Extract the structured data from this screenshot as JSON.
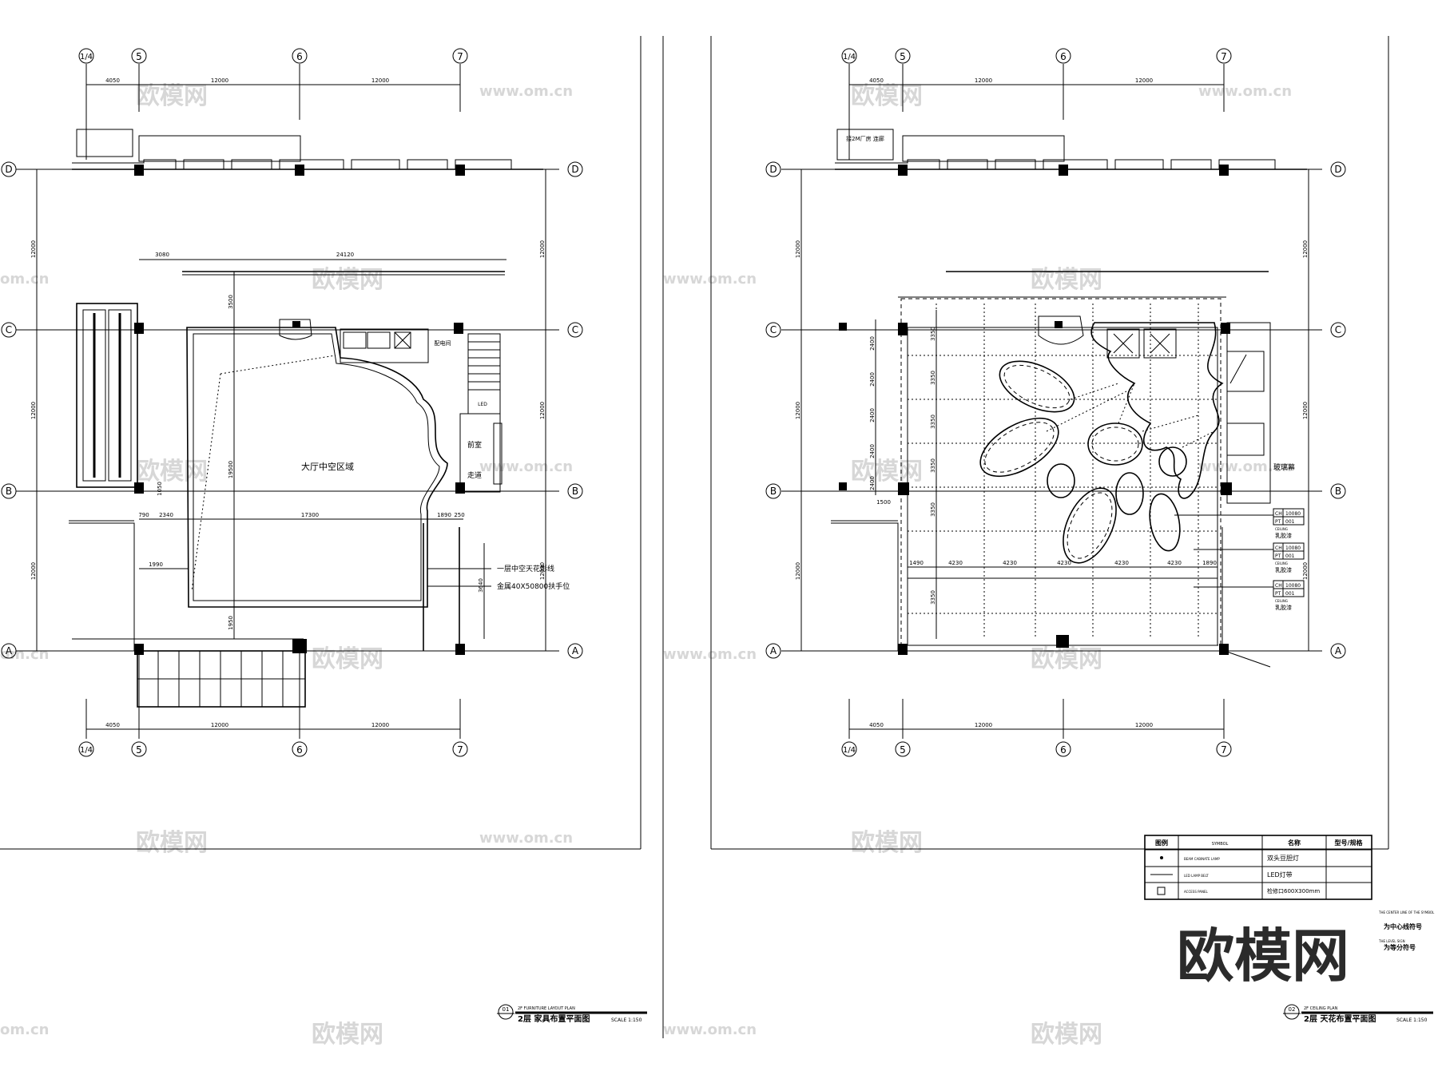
{
  "grid": {
    "columns": [
      "1/4",
      "5",
      "6",
      "7"
    ],
    "rows": [
      "D",
      "C",
      "B",
      "A"
    ],
    "bay_dims": [
      "4050",
      "12000",
      "12000"
    ],
    "row_dims": [
      "12000",
      "12000",
      "12000"
    ]
  },
  "plan_left": {
    "dims": {
      "d3080": "3080",
      "d24120": "24120",
      "d3500": "3500",
      "d19500": "19500",
      "d1050": "1050",
      "d790": "790",
      "d2340": "2340",
      "d17300": "17300",
      "d1890": "1890",
      "d250": "250",
      "d1990": "1990",
      "d3640": "3640",
      "d1950": "1950"
    },
    "labels": {
      "atrium": "大厅中空区域",
      "anteroom": "前室",
      "corridor": "走道",
      "electric_room": "配电间",
      "led": "LED",
      "line1": "一层中空天花影线",
      "line2": "金属40X50800扶手位"
    },
    "title": {
      "number": "01",
      "en": "2F FURNITURE LAYOUT PLAN",
      "cn": "2层 家具布置平面图",
      "scale": "SCALE 1:150"
    }
  },
  "plan_right": {
    "dims": {
      "d3350": "3350",
      "d2400": "2400",
      "d1500": "1500",
      "d1490": "1490",
      "d4230": "4230",
      "d1890": "1890"
    },
    "labels": {
      "glass": "玻璃幕",
      "top_box": "接2M厂房 连廊",
      "ceiling_tag_code1": "CH",
      "ceiling_tag_val1": "10080",
      "ceiling_tag_code2": "PT",
      "ceiling_tag_val2": "001",
      "ceiling_en": "CEILING",
      "ceiling_cn": "乳胶漆"
    },
    "title": {
      "number": "02",
      "en": "2F CEILING PLAN",
      "cn": "2层 天花布置平面图",
      "scale": "SCALE 1:150"
    }
  },
  "legend": {
    "headers": [
      "图例",
      "SYMBOL",
      "名称",
      "型号/规格"
    ],
    "rows": [
      {
        "en": "BEAM CABINATE LAMP",
        "cn": "双头豆胆灯"
      },
      {
        "en": "LED LAMP BELT",
        "cn": "LED灯带"
      },
      {
        "en": "ACCESS PANEL",
        "cn": "检修口600X300mm"
      }
    ]
  },
  "notes": {
    "line1_en": "THE CENTER LINE OF THE SYMBOL",
    "line1_cn": "为中心线符号",
    "line2_en": "THE LEVEL SIGN",
    "line2_cn": "为等分符号"
  },
  "watermark": {
    "brand": "欧模网",
    "site": "www.om.cn",
    "site_short": "om.cn"
  }
}
